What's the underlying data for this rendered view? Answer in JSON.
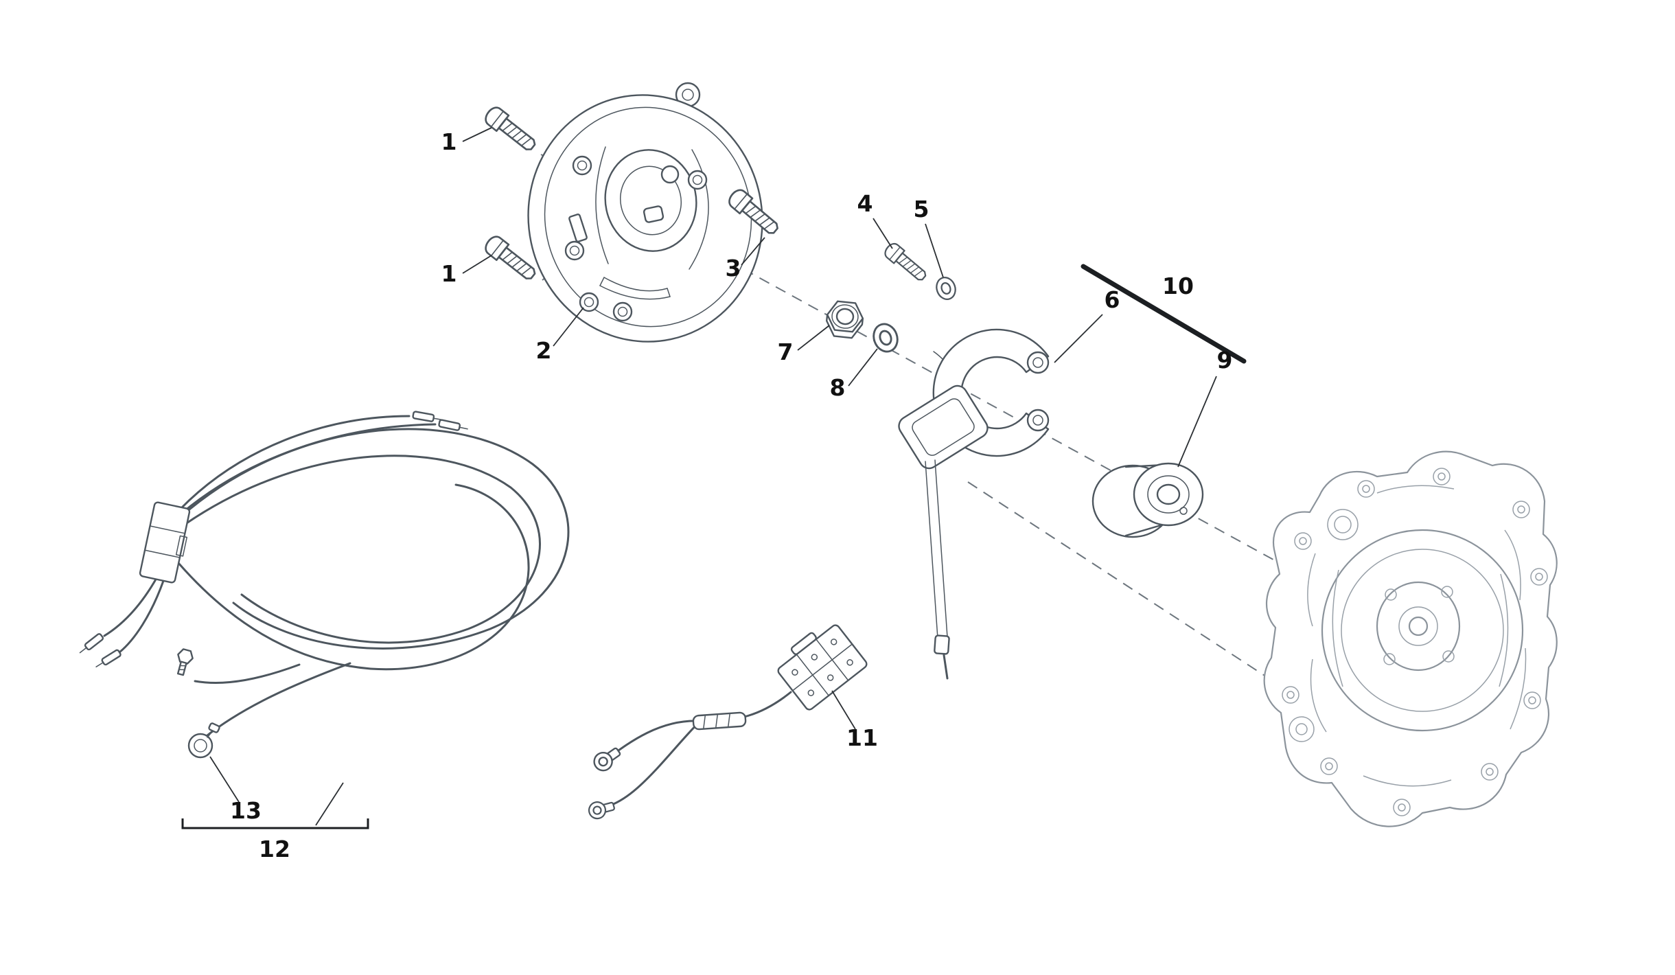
{
  "labels": [
    {
      "part": "1",
      "text": "1"
    },
    {
      "part": "1",
      "text": "1"
    },
    {
      "part": "2",
      "text": "2"
    },
    {
      "part": "3",
      "text": "3"
    },
    {
      "part": "4",
      "text": "4"
    },
    {
      "part": "5",
      "text": "5"
    },
    {
      "part": "6",
      "text": "6"
    },
    {
      "part": "7",
      "text": "7"
    },
    {
      "part": "8",
      "text": "8"
    },
    {
      "part": "9",
      "text": "9"
    },
    {
      "part": "10",
      "text": "10"
    },
    {
      "part": "11",
      "text": "11"
    },
    {
      "part": "12",
      "text": "12"
    },
    {
      "part": "13",
      "text": "13"
    }
  ],
  "colors": {
    "background": "#ffffff",
    "part_line": "#4d565e",
    "crankcase_line": "#8b939b",
    "callout_line": "#2b2f33",
    "label_text": "#111111",
    "dash_line": "#6d767e"
  }
}
